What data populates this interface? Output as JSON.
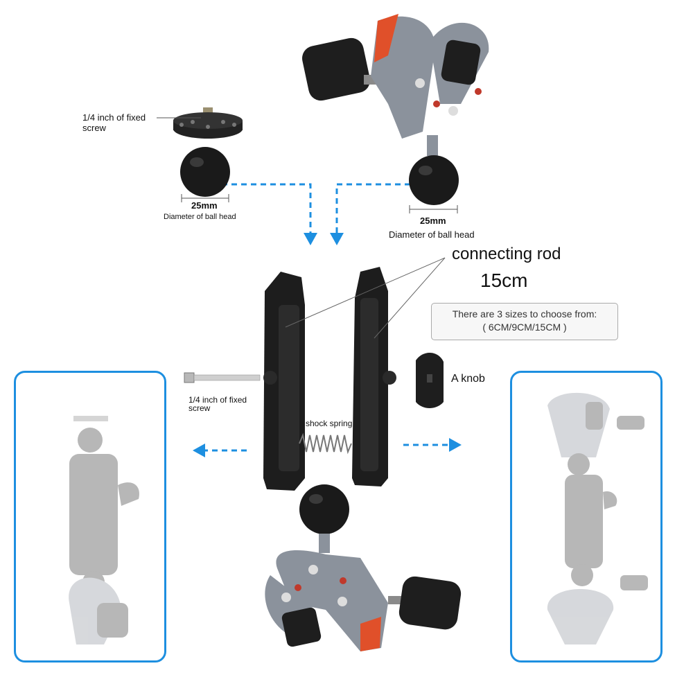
{
  "labels": {
    "screw_top": "1/4 inch of fixed\nscrew",
    "dim_left": "25mm",
    "dim_left_caption": "Diameter of ball head",
    "dim_right": "25mm",
    "dim_right_caption": "Diameter of ball head",
    "rod_title": "connecting rod",
    "rod_length": "15cm",
    "sizes_line1": "There are 3 sizes to choose from:",
    "sizes_line2": "( 6CM/9CM/15CM )",
    "knob": "A knob",
    "screw_mid": "1/4 inch of fixed\nscrew",
    "spring": "shock spring"
  },
  "colors": {
    "arrow": "#1d8fe0",
    "panel_border": "#1d8fe0",
    "metal": "#8b929c",
    "rubber": "#1e1e1e",
    "accent": "#e0502a"
  }
}
